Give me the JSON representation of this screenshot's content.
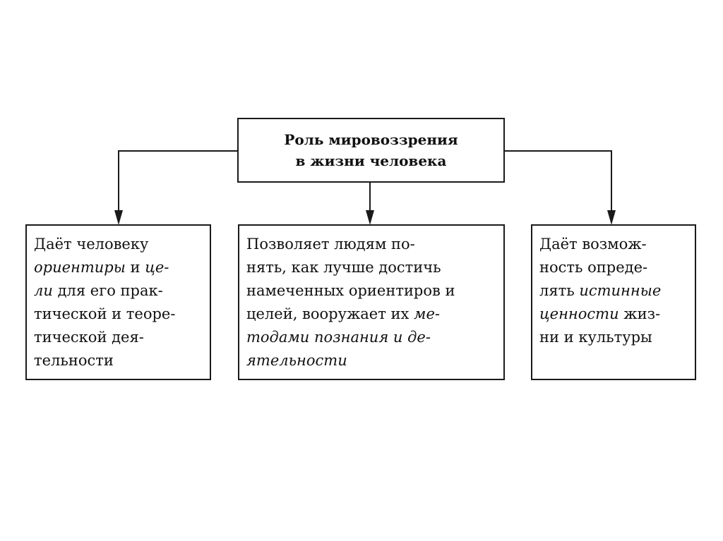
{
  "diagram": {
    "root": {
      "lines": [
        "Роль мировоззрения",
        "в жизни человека"
      ]
    },
    "children": [
      {
        "id": "left",
        "lines": [
          [
            {
              "t": "Даёт человеку",
              "i": false
            }
          ],
          [
            {
              "t": "ориентиры",
              "i": true
            },
            {
              "t": " и ",
              "i": false
            },
            {
              "t": "це-",
              "i": true
            }
          ],
          [
            {
              "t": "ли",
              "i": true
            },
            {
              "t": " для его прак-",
              "i": false
            }
          ],
          [
            {
              "t": "тической и теоре-",
              "i": false
            }
          ],
          [
            {
              "t": "тической дея-",
              "i": false
            }
          ],
          [
            {
              "t": "тельности",
              "i": false
            }
          ]
        ]
      },
      {
        "id": "middle",
        "lines": [
          [
            {
              "t": "Позволяет людям по-",
              "i": false
            }
          ],
          [
            {
              "t": "нять, как лучше достичь",
              "i": false
            }
          ],
          [
            {
              "t": "намеченных ориентиров и",
              "i": false
            }
          ],
          [
            {
              "t": "целей, вооружает их ",
              "i": false
            },
            {
              "t": "ме-",
              "i": true
            }
          ],
          [
            {
              "t": "тодами познания и де-",
              "i": true
            }
          ],
          [
            {
              "t": "ятельности",
              "i": true
            }
          ]
        ]
      },
      {
        "id": "right",
        "lines": [
          [
            {
              "t": "Даёт возмож-",
              "i": false
            }
          ],
          [
            {
              "t": "ность опреде-",
              "i": false
            }
          ],
          [
            {
              "t": "лять ",
              "i": false
            },
            {
              "t": "истинные",
              "i": true
            }
          ],
          [
            {
              "t": "ценности",
              "i": true
            },
            {
              "t": " жиз-",
              "i": false
            }
          ],
          [
            {
              "t": "ни и культуры",
              "i": false
            }
          ]
        ]
      }
    ],
    "colors": {
      "line": "#1a1a1a",
      "background": "#ffffff"
    }
  }
}
